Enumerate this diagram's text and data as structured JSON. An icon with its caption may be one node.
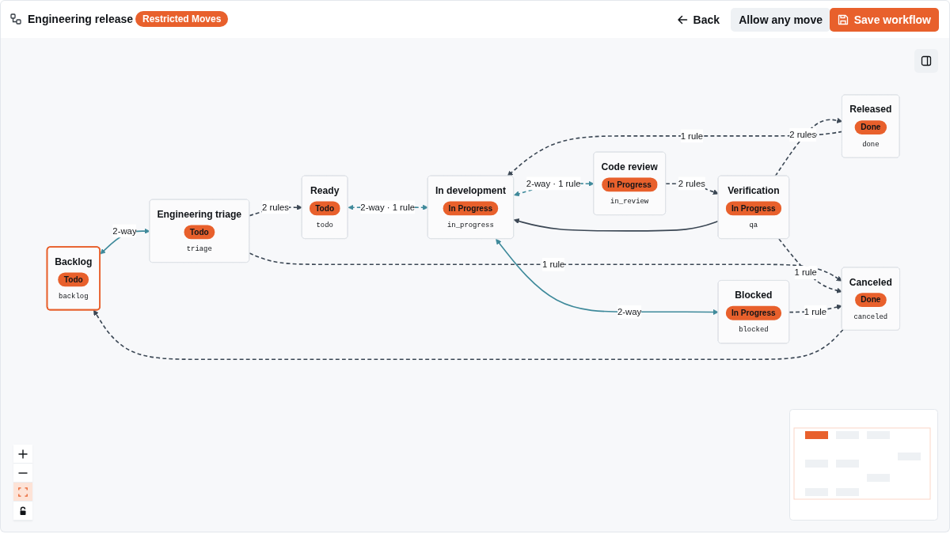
{
  "diagram": {
    "title": "Engineering release",
    "nodes": [
      {
        "text": [
          "Backlog",
          "Todo",
          "backlog"
        ]
      },
      {
        "text": [
          "Ready",
          "Todo",
          "todo"
        ]
      },
      {
        "text": [
          "Code review",
          "In Progress",
          "in_review"
        ]
      },
      {
        "text": [
          "Released",
          "Done",
          "done"
        ]
      },
      {
        "text": [
          "Engineering triage",
          "Todo",
          "triage"
        ]
      },
      {
        "text": [
          "In development",
          "In Progress",
          "in_progress"
        ]
      },
      {
        "text": [
          "Verification",
          "In Progress",
          "qa"
        ]
      },
      {
        "text": [
          "Canceled",
          "Done",
          "canceled"
        ]
      },
      {
        "text": [
          "Blocked",
          "In Progress",
          "blocked"
        ]
      }
    ],
    "edges": [
      {
        "from": 0,
        "to": 4,
        "arrow": "both",
        "label": "2-way",
        "color": "#3f8a9b"
      },
      {
        "from": 7,
        "to": 0,
        "arrow": "to",
        "style": "dashed"
      },
      {
        "from": 4,
        "to": 1,
        "arrow": "to",
        "label": "2 rules",
        "style": "dashed"
      },
      {
        "from": 1,
        "to": 5,
        "arrow": "both",
        "label": "2-way · 1 rule",
        "style": "dashed",
        "color": "#3f8a9b"
      },
      {
        "from": 5,
        "to": 2,
        "arrow": "both",
        "label": "2-way · 1 rule",
        "style": "dashed",
        "color": "#3f8a9b"
      },
      {
        "from": 2,
        "to": 6,
        "arrow": "to",
        "label": "2 rules",
        "style": "dashed"
      },
      {
        "from": 3,
        "to": 5,
        "arrow": "to",
        "label": "1 rule",
        "style": "dashed"
      },
      {
        "from": 6,
        "to": 3,
        "arrow": "to",
        "label": "2 rules",
        "style": "dashed"
      },
      {
        "from": 4,
        "to": 7,
        "arrow": "to",
        "label": "1 rule",
        "style": "dashed"
      },
      {
        "from": 6,
        "to": 5,
        "arrow": "to"
      },
      {
        "from": 5,
        "to": 8,
        "arrow": "both",
        "label": "2-way",
        "color": "#3f8a9b"
      },
      {
        "from": 6,
        "to": 7,
        "arrow": "to",
        "label": "1 rule",
        "style": "dashed"
      },
      {
        "from": 8,
        "to": 7,
        "arrow": "to",
        "label": "1 rule",
        "style": "dashed"
      }
    ],
    "labels": [
      "Restricted Moves",
      "Back",
      "Allow any move",
      "Save workflow"
    ]
  }
}
